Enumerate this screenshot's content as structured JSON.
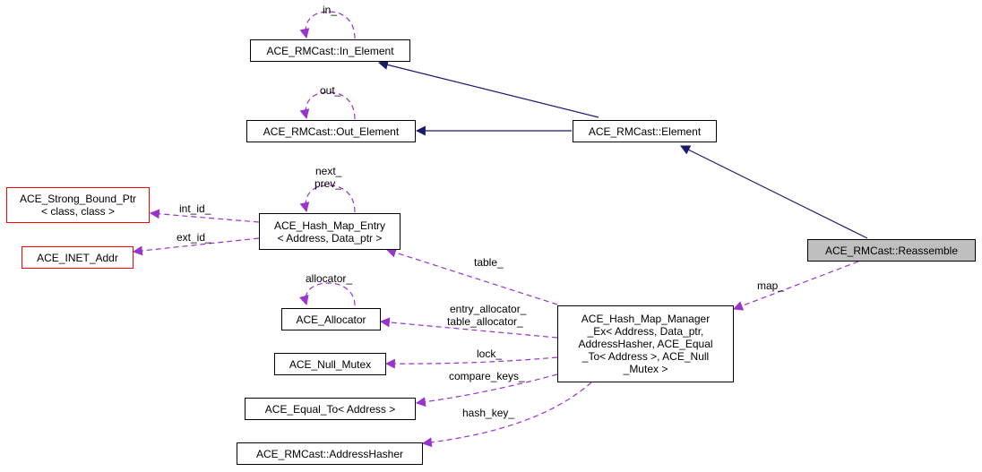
{
  "colors": {
    "inheritance_edge": "#191970",
    "usage_edge": "#9a32cd",
    "node_border": "#000000",
    "incomplete_node_border": "#ff0000",
    "focus_node_fill": "#bfbfbf"
  },
  "nodes": {
    "in_element": "ACE_RMCast::In_Element",
    "out_element": "ACE_RMCast::Out_Element",
    "element": "ACE_RMCast::Element",
    "reassemble": "ACE_RMCast::Reassemble",
    "strong_bound_ptr": [
      "ACE_Strong_Bound_Ptr",
      "< class, class >"
    ],
    "inet_addr": "ACE_INET_Addr",
    "hash_map_entry": [
      "ACE_Hash_Map_Entry",
      "< Address, Data_ptr >"
    ],
    "allocator": "ACE_Allocator",
    "null_mutex": "ACE_Null_Mutex",
    "equal_to": "ACE_Equal_To< Address >",
    "address_hasher": "ACE_RMCast::AddressHasher",
    "hash_map_manager": [
      "ACE_Hash_Map_Manager",
      "_Ex< Address, Data_ptr,",
      " AddressHasher, ACE_Equal",
      "_To< Address >, ACE_Null",
      "_Mutex >"
    ]
  },
  "edge_labels": {
    "in": "in_",
    "out": "out_",
    "next_prev": [
      "next_",
      "prev_"
    ],
    "int_id": "int_id_",
    "ext_id": "ext_id_",
    "allocator": "allocator_",
    "table": "table_",
    "map": "map_",
    "entry_table_allocator": [
      "entry_allocator_",
      "table_allocator_"
    ],
    "lock": "lock_",
    "compare_keys": "compare_keys_",
    "hash_key": "hash_key_"
  }
}
